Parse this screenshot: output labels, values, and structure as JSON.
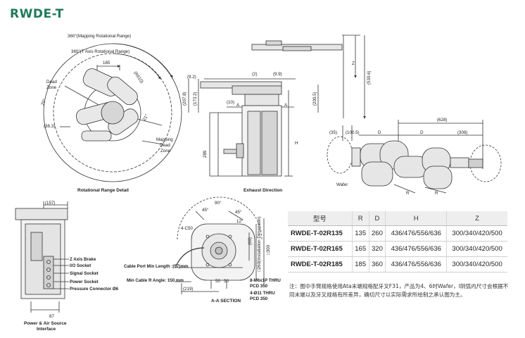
{
  "title": "RWDE-T",
  "views": {
    "rotational": {
      "caption": "Rotational Range Detail",
      "mapping_range": "360°(Mapping Rotational Range)",
      "t_axis_range": "360°(T Axis Rotational Range)",
      "dead_zone": [
        "Dead",
        "Zone"
      ],
      "mapping_dead_zone": [
        "Mapping",
        "Dead",
        "Zone"
      ],
      "dim_165": "165",
      "dim_r610": "(R610)",
      "dim_20": "20°",
      "dim_21": "21°",
      "dim_38_3": "(38.3)"
    },
    "exhaust": {
      "caption": "Exhaust Direction",
      "dim_9_2": "(9.2)",
      "dim_2": "(2)",
      "dim_9_9": "(9.9)",
      "dim_207_8": "(207.8)",
      "dim_173_2": "(173.2)",
      "dim_200_5": "(200.5)",
      "dim_10": "(10)",
      "dim_289": "289",
      "dim_h": "H",
      "dim_z": "Z",
      "dim_530_6": "(530.6)",
      "section_a": "A"
    },
    "top": {
      "dim_628": "(628)",
      "dim_35": "(35)",
      "dim_100_5": "(100.5)",
      "dim_d": "D",
      "dim_308": "(308)",
      "dim_r": "R",
      "wafer": "Wafer"
    },
    "interface": {
      "caption": [
        "Power & Air Source",
        "Interface"
      ],
      "dim_157": "(157)",
      "dim_87": "87",
      "labels": [
        "Z Axis Brake",
        "I/O Socket",
        "Signal Socket",
        "Power Socket",
        "Pressure Connector Ø6"
      ]
    },
    "cable": {
      "min_length": "Cable Port Min Length :(57)mm",
      "min_r": "Min Cable R Angle: 150 mm"
    },
    "section": {
      "caption": "A-A SECTION",
      "dim_90": "90°",
      "dim_45a": "45°",
      "dim_45b": "45°",
      "dim_12": "12°",
      "chamfer": "4-C50",
      "dim_219": "(219)",
      "dim_50a": "50",
      "dim_50b": "50",
      "dim_300": "□300",
      "dim_260": "□260(Installation Dimension)",
      "dim_60": "(60)",
      "m6": "8-M6x1P THRU",
      "pcd350a": "PCD 350",
      "thru11": "4-Ø11 THRU",
      "pcd350b": "PCD 350"
    }
  },
  "spec_table": {
    "headers": [
      "型号",
      "R",
      "D",
      "H",
      "Z"
    ],
    "rows": [
      [
        "RWDE-T-02R135",
        "135",
        "260",
        "436/476/556/636",
        "300/340/420/500"
      ],
      [
        "RWDE-T-02R165",
        "165",
        "320",
        "436/476/556/636",
        "300/340/420/500"
      ],
      [
        "RWDE-T-02R185",
        "185",
        "360",
        "436/476/556/636",
        "300/340/420/500"
      ]
    ]
  },
  "note": "注：图中手臂规格使用Ata末端规格配牙叉F31，产品为4、6时Wafer，I阴弧内尺寸会根据不同末端以及牙叉规格有所差异，确切尺寸以实际需求所绘制之承认图为主。",
  "colors": {
    "title": "#1f7a5a",
    "line": "#333333",
    "table_header": "#eeeeee"
  }
}
